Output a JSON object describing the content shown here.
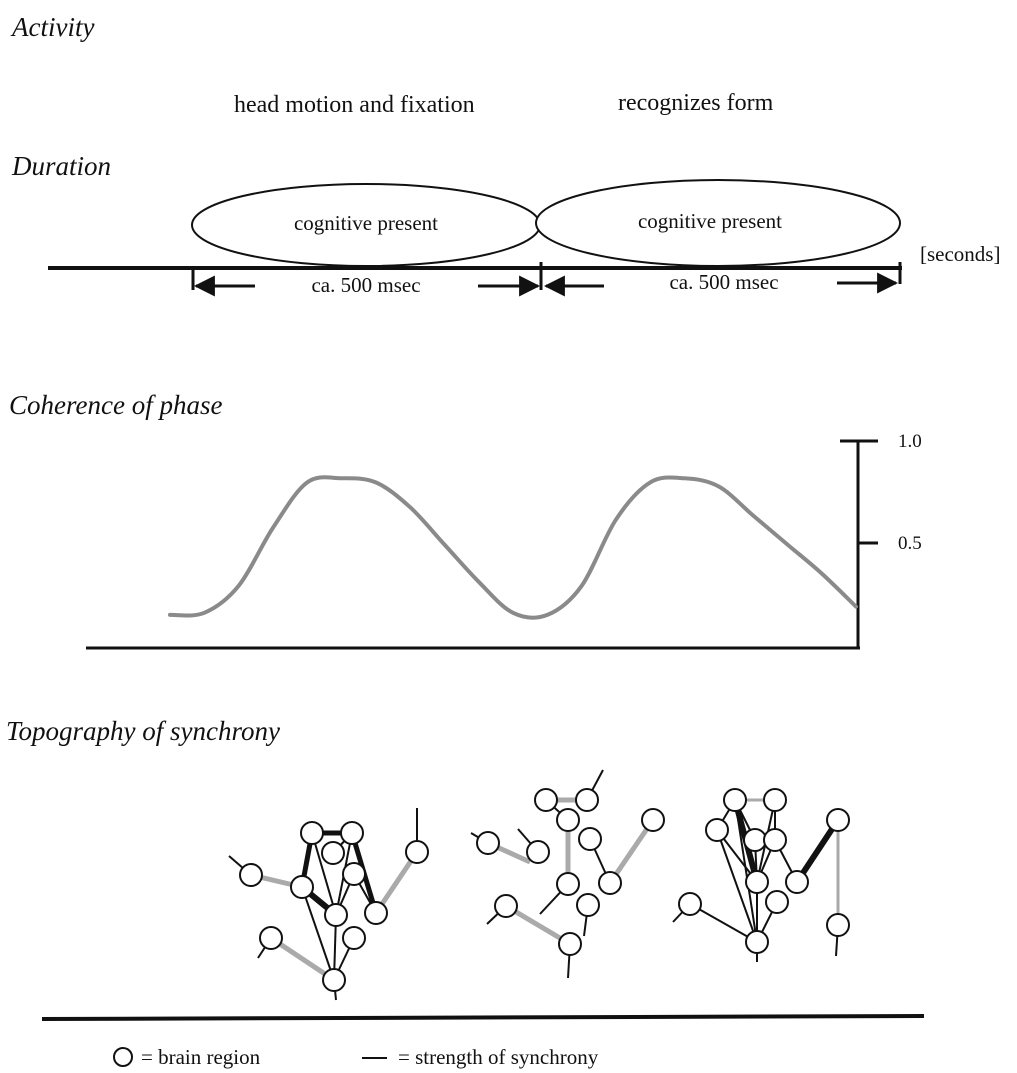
{
  "sections": {
    "activity": {
      "heading": "Activity",
      "items": [
        "head motion and fixation",
        "recognizes form"
      ]
    },
    "duration": {
      "heading": "Duration",
      "ellipse_label": "cognitive present",
      "interval_label": "ca. 500 msec",
      "axis_label": "[seconds]"
    },
    "coherence": {
      "heading": "Coherence of phase",
      "tick_labels": [
        "1.0",
        "0.5"
      ]
    },
    "topography": {
      "heading": "Topography of synchrony"
    }
  },
  "legend": {
    "circle_label": "= brain region",
    "line_label": "= strength of synchrony"
  },
  "chart_data": {
    "type": "line",
    "title": "Coherence of phase",
    "xlabel": "",
    "ylabel": "",
    "ylim": [
      0,
      1.0
    ],
    "y_ticks": [
      0.5,
      1.0
    ],
    "x": [
      0,
      0.05,
      0.1,
      0.15,
      0.2,
      0.25,
      0.3,
      0.35,
      0.4,
      0.45,
      0.5,
      0.55,
      0.6,
      0.65,
      0.7,
      0.75,
      0.8,
      0.85,
      0.9,
      0.95,
      1.0
    ],
    "series": [
      {
        "values": [
          0.16,
          0.17,
          0.3,
          0.58,
          0.8,
          0.82,
          0.8,
          0.68,
          0.5,
          0.32,
          0.17,
          0.16,
          0.3,
          0.62,
          0.8,
          0.82,
          0.78,
          0.64,
          0.5,
          0.36,
          0.2
        ]
      }
    ]
  }
}
